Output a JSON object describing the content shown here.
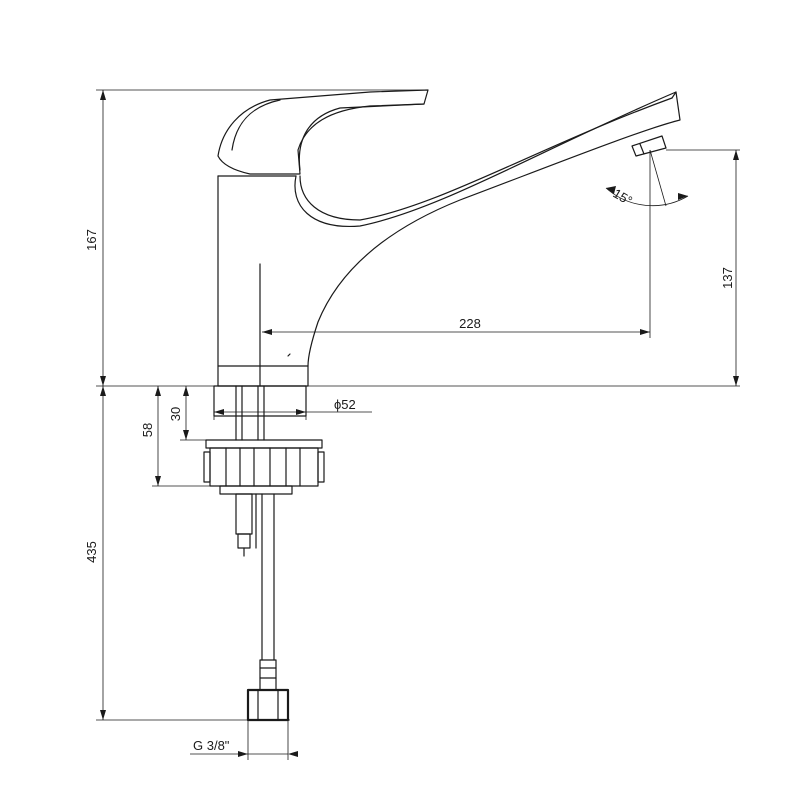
{
  "diagram": {
    "dimensions": {
      "height_above_deck": "167",
      "spout_height": "137",
      "spout_reach": "228",
      "body_diameter": "ϕ52",
      "shank_30": "30",
      "shank_58": "58",
      "hose_length": "435",
      "connection_thread": "G 3/8\"",
      "aerator_angle": "15°"
    }
  }
}
